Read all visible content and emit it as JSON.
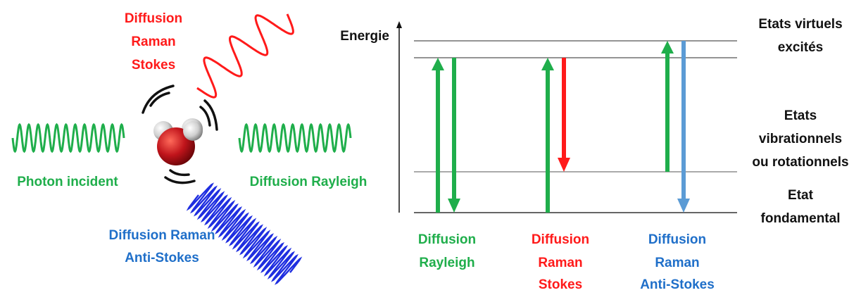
{
  "left_panel": {
    "stokes_label": [
      "Diffusion",
      "Raman",
      "Stokes"
    ],
    "incident_label": "Photon incident",
    "rayleigh_label": "Diffusion Rayleigh",
    "antistokes_label": [
      "Diffusion Raman",
      "Anti-Stokes"
    ]
  },
  "energy_diagram": {
    "axis_label": "Energie",
    "levels": {
      "virtual": [
        "Etats virtuels",
        "excités"
      ],
      "vibrational": [
        "Etats",
        "vibrationnels",
        "ou rotationnels"
      ],
      "ground": [
        "Etat",
        "fondamental"
      ]
    },
    "columns": {
      "rayleigh": [
        "Diffusion",
        "Rayleigh"
      ],
      "stokes": [
        "Diffusion",
        "Raman",
        "Stokes"
      ],
      "antistokes": [
        "Diffusion",
        "Raman",
        "Anti-Stokes"
      ]
    }
  },
  "colors": {
    "green": "#1fae4b",
    "red": "#ff1a1a",
    "blue": "#1f6fc9",
    "light_blue": "#5b9bd5",
    "oxygen": "#c0141b",
    "hydrogen": "#d9d9d9"
  }
}
